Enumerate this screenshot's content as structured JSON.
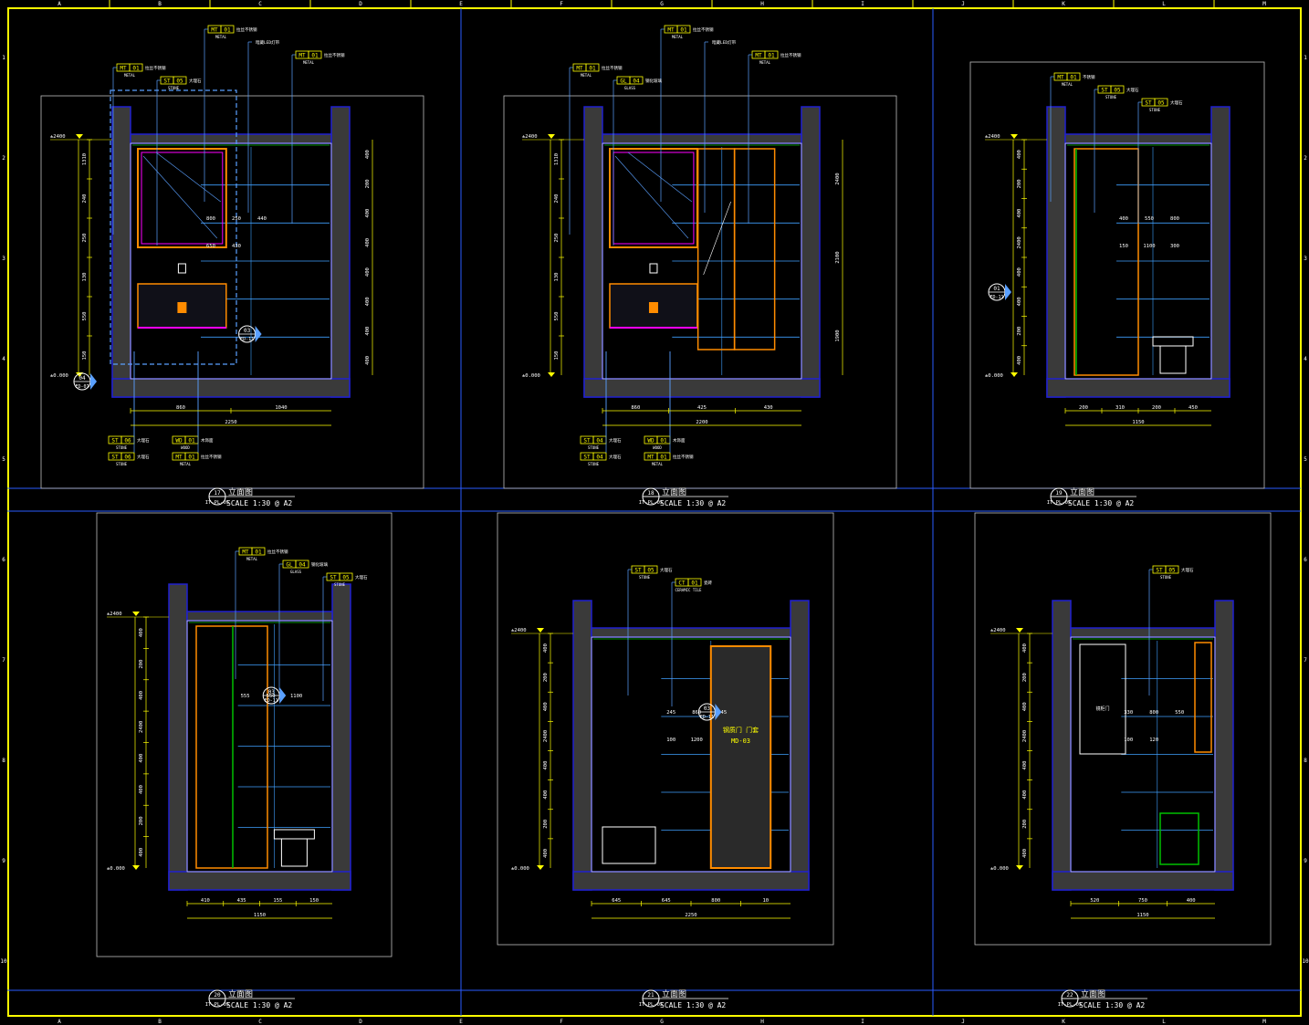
{
  "sheet": {
    "border_cols": [
      "A",
      "B",
      "C",
      "D",
      "E",
      "F",
      "G",
      "H",
      "I",
      "J",
      "K",
      "L",
      "M"
    ],
    "border_rows": [
      "1",
      "2",
      "3",
      "4",
      "5",
      "6",
      "7",
      "8",
      "9",
      "10"
    ]
  },
  "panels": [
    {
      "number": "17",
      "title": "立面图",
      "ref": "IT-PL-05",
      "scale": "SCALE  1:30 @ A2",
      "tags": [
        {
          "code": "MT",
          "num": "01",
          "sub": "METAL",
          "note": "拉丝不锈钢"
        },
        {
          "code": "",
          "num": "",
          "sub": "",
          "note": "暗藏LED灯带"
        },
        {
          "code": "MT",
          "num": "01",
          "sub": "METAL",
          "note": "拉丝不锈钢"
        },
        {
          "code": "MT",
          "num": "01",
          "sub": "METAL",
          "note": "拉丝不锈钢"
        },
        {
          "code": "ST",
          "num": "05",
          "sub": "STONE",
          "note": "大理石"
        }
      ],
      "tags_bottom": [
        {
          "code": "ST",
          "num": "06",
          "sub": "STONE",
          "note": "大理石"
        },
        {
          "code": "WD",
          "num": "01",
          "sub": "WOOD",
          "note": "木饰面"
        },
        {
          "code": "ST",
          "num": "06",
          "sub": "STONE",
          "note": "大理石"
        },
        {
          "code": "MT",
          "num": "01",
          "sub": "METAL",
          "note": "拉丝不锈钢"
        }
      ],
      "level_top": "±2400",
      "level_bottom": "±0.000",
      "dims_left": [
        "1310",
        "240",
        "250",
        "130",
        "550",
        "150"
      ],
      "dims_right": [
        "400",
        "200",
        "400",
        "400",
        "400",
        "400",
        "400",
        "400"
      ],
      "dims_inner": [
        "800",
        "250",
        "440",
        "650",
        "430"
      ],
      "dims_bottom": [
        "860",
        "1040",
        "2250"
      ],
      "callouts": [
        {
          "num": "04",
          "ref": "ED-07"
        },
        {
          "num": "03",
          "ref": "ED-11"
        }
      ]
    },
    {
      "number": "18",
      "title": "立面图",
      "ref": "IT-PL-05",
      "scale": "SCALE  1:30 @ A2",
      "tags": [
        {
          "code": "MT",
          "num": "01",
          "sub": "METAL",
          "note": "拉丝不锈钢"
        },
        {
          "code": "",
          "num": "",
          "sub": "",
          "note": "暗藏LED灯带"
        },
        {
          "code": "MT",
          "num": "01",
          "sub": "METAL",
          "note": "拉丝不锈钢"
        },
        {
          "code": "MT",
          "num": "01",
          "sub": "METAL",
          "note": "拉丝不锈钢"
        },
        {
          "code": "GL",
          "num": "04",
          "sub": "GLASS",
          "note": "钢化玻璃"
        }
      ],
      "tags_bottom": [
        {
          "code": "ST",
          "num": "04",
          "sub": "STONE",
          "note": "大理石"
        },
        {
          "code": "WD",
          "num": "01",
          "sub": "WOOD",
          "note": "木饰面"
        },
        {
          "code": "ST",
          "num": "04",
          "sub": "STONE",
          "note": "大理石"
        },
        {
          "code": "MT",
          "num": "01",
          "sub": "METAL",
          "note": "拉丝不锈钢"
        }
      ],
      "level_top": "±2400",
      "level_bottom": "±0.000",
      "dims_left": [
        "1310",
        "240",
        "250",
        "130",
        "550",
        "150"
      ],
      "dims_right": [
        "2400",
        "2100",
        "1900"
      ],
      "dims_inner": [],
      "dims_bottom": [
        "860",
        "425",
        "430",
        "2200"
      ],
      "callouts": []
    },
    {
      "number": "19",
      "title": "立面图",
      "ref": "IT-PL-05",
      "scale": "SCALE  1:30 @ A2",
      "tags": [
        {
          "code": "MT",
          "num": "01",
          "sub": "METAL",
          "note": "不锈钢"
        },
        {
          "code": "ST",
          "num": "05",
          "sub": "STONE",
          "note": "大理石"
        },
        {
          "code": "ST",
          "num": "05",
          "sub": "STONE",
          "note": "大理石"
        }
      ],
      "tags_bottom": [],
      "level_top": "±2400",
      "level_bottom": "±0.000",
      "dims_left": [
        "400",
        "200",
        "400",
        "2400",
        "400",
        "400",
        "200",
        "400"
      ],
      "dims_right": [],
      "dims_inner": [
        "400",
        "550",
        "800",
        "150",
        "1100",
        "300"
      ],
      "dims_bottom": [
        "200",
        "310",
        "200",
        "450",
        "1150"
      ],
      "callouts": [
        {
          "num": "01",
          "ref": "ED-11"
        }
      ]
    },
    {
      "number": "20",
      "title": "立面图",
      "ref": "IT-PL-05",
      "scale": "SCALE  1:30 @ A2",
      "tags": [
        {
          "code": "MT",
          "num": "01",
          "sub": "METAL",
          "note": "拉丝不锈钢"
        },
        {
          "code": "GL",
          "num": "04",
          "sub": "GLASS",
          "note": "钢化玻璃"
        },
        {
          "code": "ST",
          "num": "05",
          "sub": "STONE",
          "note": "大理石"
        }
      ],
      "tags_bottom": [],
      "level_top": "±2400",
      "level_bottom": "±0.000",
      "dims_left": [
        "400",
        "200",
        "400",
        "2400",
        "400",
        "400",
        "200",
        "400"
      ],
      "dims_right": [],
      "dims_inner": [
        "555",
        "550",
        "1100"
      ],
      "dims_bottom": [
        "410",
        "435",
        "155",
        "150",
        "1150"
      ],
      "callouts": [
        {
          "num": "03",
          "ref": "ED-11"
        }
      ]
    },
    {
      "number": "21",
      "title": "立面图",
      "ref": "IT-PL-05",
      "scale": "SCALE  1:30 @ A2",
      "tags": [
        {
          "code": "ST",
          "num": "05",
          "sub": "STONE",
          "note": "大理石"
        },
        {
          "code": "CT",
          "num": "01",
          "sub": "CERAMIC TILE",
          "note": "瓷砖"
        }
      ],
      "tags_bottom": [],
      "level_top": "±2400",
      "level_bottom": "±0.000",
      "dims_left": [
        "400",
        "200",
        "400",
        "2400",
        "400",
        "400",
        "200",
        "400"
      ],
      "dims_right": [],
      "dims_inner": [
        "245",
        "860",
        "245",
        "100",
        "1200"
      ],
      "dims_bottom": [
        "645",
        "645",
        "800",
        "10",
        "2250"
      ],
      "door": {
        "label": "钢质门 门套",
        "ref": "MD-03"
      },
      "callouts": [
        {
          "num": "03",
          "ref": "ED-11"
        }
      ]
    },
    {
      "number": "22",
      "title": "立面图",
      "ref": "IT-PL-05",
      "scale": "SCALE  1:30 @ A2",
      "tags": [
        {
          "code": "ST",
          "num": "05",
          "sub": "STONE",
          "note": "大理石"
        }
      ],
      "tags_bottom": [],
      "level_top": "±2400",
      "level_bottom": "±0.000",
      "dims_left": [
        "400",
        "200",
        "400",
        "2400",
        "400",
        "400",
        "200",
        "400"
      ],
      "dims_right": [],
      "dims_inner": [
        "330",
        "800",
        "550",
        "100",
        "120"
      ],
      "dims_bottom": [
        "520",
        "750",
        "400",
        "1150"
      ],
      "door": {
        "label": "镜柜门",
        "ref": ""
      },
      "callouts": []
    }
  ],
  "colors": {
    "wall": "#3a3a3a",
    "wall_edge": "#2020d0",
    "grid": "#2a5bff",
    "dim": "#ffff00",
    "leader": "#5aa0ff",
    "tile": "#3fa0ff",
    "green": "#00c000",
    "orange": "#ff8c00",
    "magenta": "#ff00ff",
    "white": "#ffffff",
    "frame": "#ffff00"
  }
}
